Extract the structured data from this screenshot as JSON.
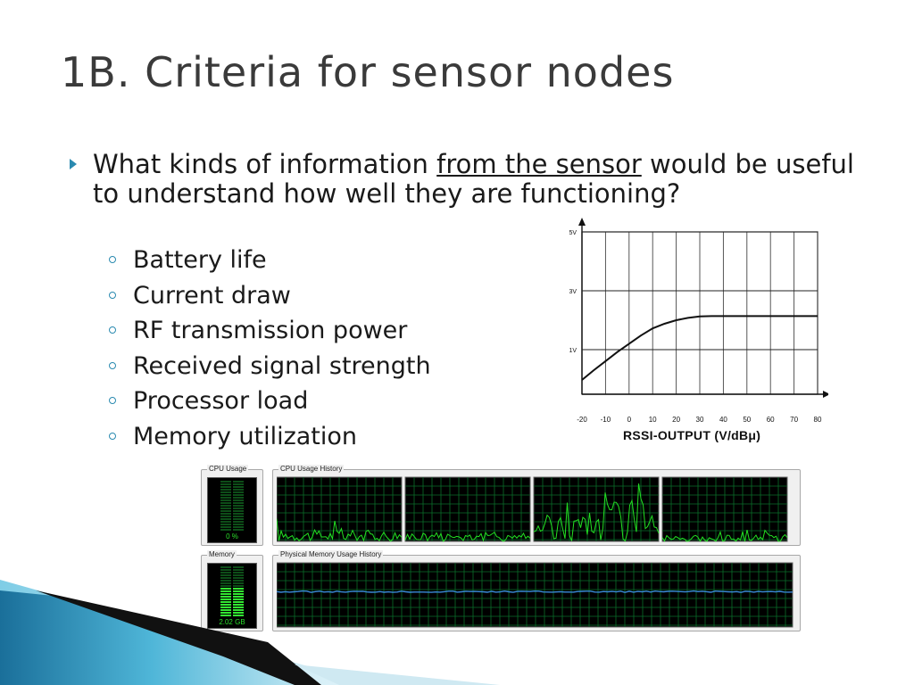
{
  "slide": {
    "title": "1B. Criteria for sensor nodes",
    "question": {
      "before": "What kinds of information ",
      "emphasis": "from the sensor",
      "after": " would be useful to understand how well they are functioning?"
    },
    "sub_items": [
      "Battery life",
      "Current draw",
      "RF transmission power",
      "Received signal strength",
      "Processor load",
      "Memory utilization"
    ],
    "accent_color": "#2a8ab0"
  },
  "chart_data": {
    "type": "line",
    "title": "RSSI-OUTPUT (V/dBμ)",
    "xlabel": "",
    "ylabel": "",
    "x_ticks": [
      -20,
      -10,
      0,
      10,
      20,
      30,
      40,
      50,
      60,
      70,
      80
    ],
    "y_ticks": [
      {
        "value": 1,
        "label": "1V"
      },
      {
        "value": 3,
        "label": "3V"
      },
      {
        "value": 5,
        "label": "5V"
      }
    ],
    "xlim": [
      -20,
      80
    ],
    "series": [
      {
        "x": [
          -20,
          -15,
          -10,
          -5,
          0,
          5,
          10,
          15,
          20,
          25,
          30,
          35,
          40,
          50,
          60,
          70,
          80
        ],
        "y": [
          0.0,
          0.32,
          0.62,
          0.92,
          1.2,
          1.48,
          1.72,
          1.88,
          2.0,
          2.08,
          2.13,
          2.14,
          2.14,
          2.14,
          2.14,
          2.14,
          2.14
        ]
      }
    ],
    "grid": true
  },
  "task_manager": {
    "cpu_label": "CPU Usage",
    "cpu_history_label": "CPU Usage History",
    "memory_label": "Memory",
    "memory_history_label": "Physical Memory Usage History",
    "cpu_readout": "0 %",
    "memory_readout": "2.02 GB",
    "memory_level": 0.55,
    "cpu_level": 0.0,
    "grid_color": "#0b6e2a",
    "trace_color": "#22e022",
    "memory_trace_color": "#3a8ad8"
  }
}
